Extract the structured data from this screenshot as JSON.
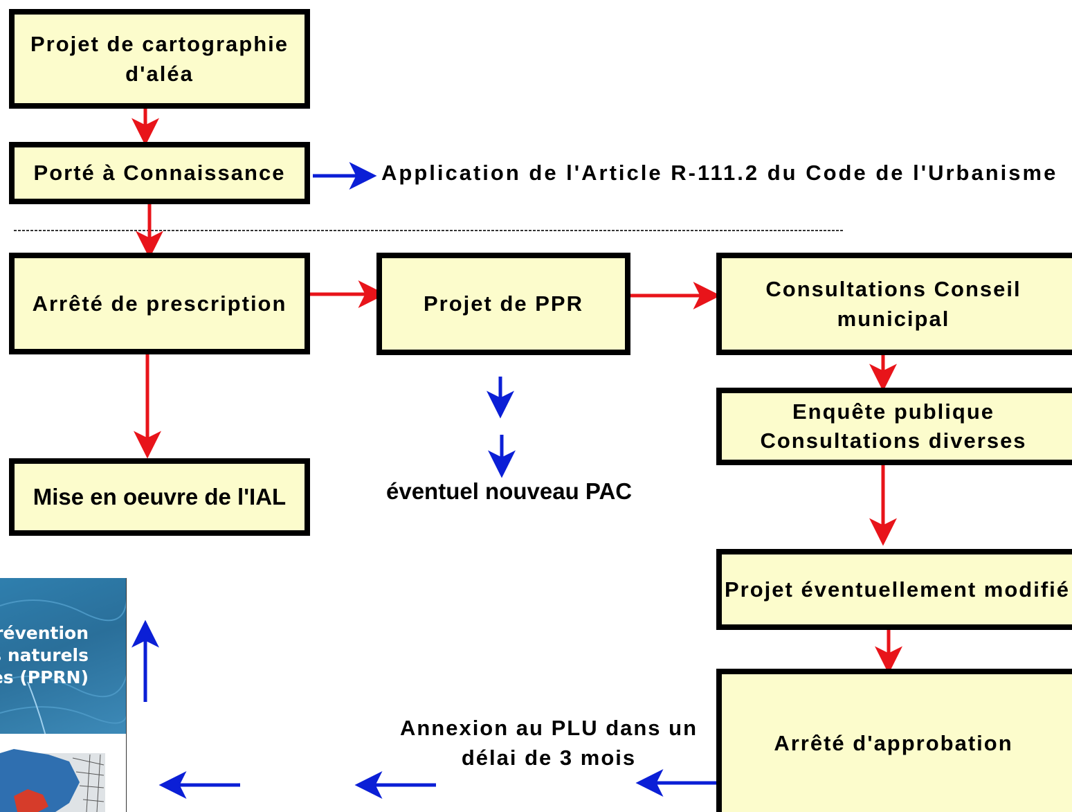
{
  "boxes": {
    "cartographie": {
      "line1": "Projet de cartographie",
      "line2": "d'aléa"
    },
    "porte": "Porté à Connaissance",
    "prescription": "Arrêté de prescription",
    "ial": "Mise en oeuvre de l'IAL",
    "projet_ppr": "Projet de PPR",
    "consultations": {
      "line1": "Consultations Conseil",
      "line2": "municipal"
    },
    "enquete": {
      "line1": "Enquête publique",
      "line2": "Consultations diverses"
    },
    "projet_modifie": "Projet éventuellement modifié",
    "approbation": "Arrêté d'approbation"
  },
  "labels": {
    "application": "Application de l'Article R-111.2 du Code de l'Urbanisme",
    "nouveau_pac": "éventuel nouveau PAC",
    "annexion": {
      "line1": "Annexion au PLU dans un",
      "line2": "délai de 3 mois"
    }
  },
  "thumbnail": {
    "title_lines": [
      "révention",
      "s naturels",
      "es (PPRN)"
    ]
  },
  "colors": {
    "box_fill": "#fcfccc",
    "box_border": "#000000",
    "arrow_red": "#e8141a",
    "arrow_blue": "#0b1fd6"
  }
}
